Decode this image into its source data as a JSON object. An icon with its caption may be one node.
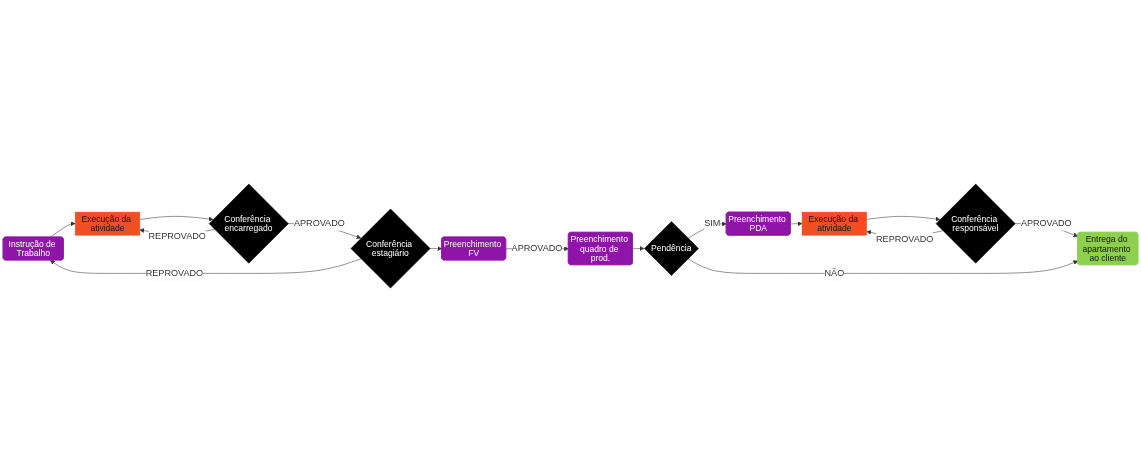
{
  "diagram": {
    "nodes": [
      {
        "text": [
          "Instrução de Trabalho"
        ]
      },
      {
        "text": [
          "Execução da atividade"
        ]
      },
      {
        "text": [
          "Conferência encarregado"
        ]
      },
      {
        "text": [
          "Conferência estagiário"
        ]
      },
      {
        "text": [
          "Preenchimento FV"
        ]
      },
      {
        "text": [
          "Preenchimento quadro de prod."
        ]
      },
      {
        "text": [
          "Pendência"
        ]
      },
      {
        "text": [
          "Preenchimento PDA"
        ]
      },
      {
        "text": [
          "Execução da atividade"
        ]
      },
      {
        "text": [
          "Conferência responsável"
        ]
      },
      {
        "text": [
          "Entrega do apartamento ao cliente"
        ]
      }
    ],
    "edges": [
      {
        "from": 0,
        "to": 1,
        "arrow": "to"
      },
      {
        "from": 1,
        "to": 2,
        "arrow": "to"
      },
      {
        "from": 2,
        "to": 1,
        "arrow": "to",
        "label": "REPROVADO"
      },
      {
        "from": 2,
        "to": 3,
        "arrow": "to",
        "label": "APROVADO"
      },
      {
        "from": 3,
        "to": 0,
        "arrow": "to",
        "label": "REPROVADO"
      },
      {
        "from": 3,
        "to": 4,
        "arrow": "to"
      },
      {
        "from": 4,
        "to": 5,
        "arrow": "to",
        "label": "APROVADO"
      },
      {
        "from": 5,
        "to": 6,
        "arrow": "to"
      },
      {
        "from": 6,
        "to": 7,
        "arrow": "to",
        "label": "SIM"
      },
      {
        "from": 7,
        "to": 8,
        "arrow": "to"
      },
      {
        "from": 8,
        "to": 9,
        "arrow": "to"
      },
      {
        "from": 9,
        "to": 8,
        "arrow": "to",
        "label": "REPROVADO"
      },
      {
        "from": 9,
        "to": 10,
        "arrow": "to",
        "label": "APROVADO"
      },
      {
        "from": 6,
        "to": 10,
        "arrow": "to",
        "label": "NÃO"
      }
    ]
  }
}
